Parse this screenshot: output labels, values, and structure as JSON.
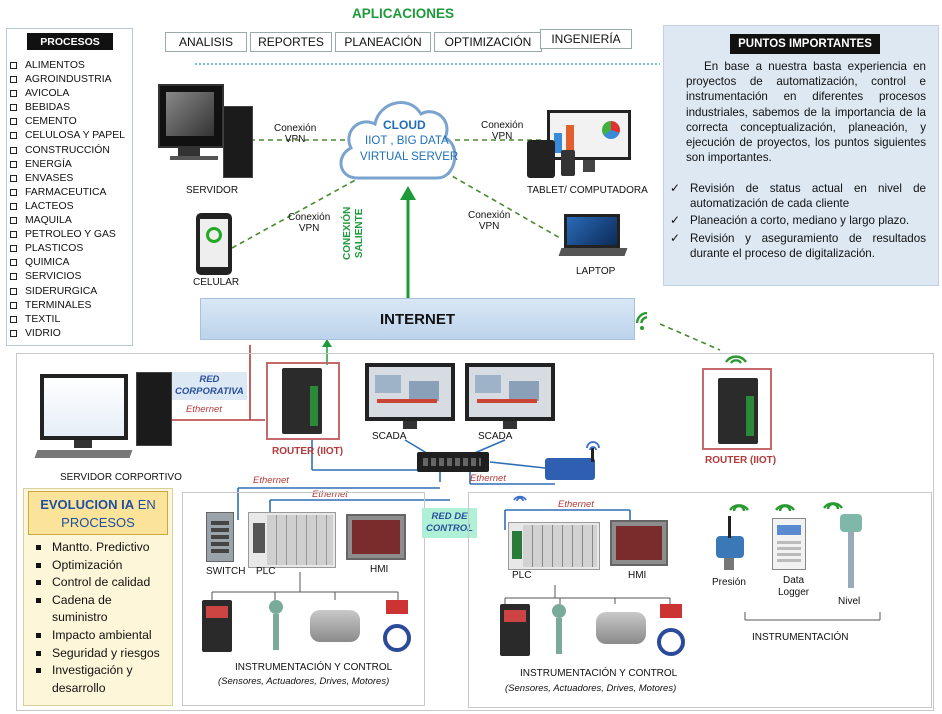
{
  "apps": {
    "title": "APLICACIONES",
    "items": [
      "ANALISIS",
      "REPORTES",
      "PLANEACIÓN",
      "OPTIMIZACIÓN",
      "INGENIERÍA"
    ]
  },
  "processes": {
    "title": "PROCESOS",
    "items": [
      "ALIMENTOS",
      "AGROINDUSTRIA",
      "AVICOLA",
      "BEBIDAS",
      "CEMENTO",
      "CELULOSA Y PAPEL",
      "CONSTRUCCIÓN",
      "ENERGÍA",
      "ENVASES",
      "FARMACEUTICA",
      "LACTEOS",
      "MAQUILA",
      "PETROLEO Y GAS",
      "PLASTICOS",
      "QUIMICA",
      "SERVICIOS",
      "SIDERURGICA",
      "TERMINALES",
      "TEXTIL",
      "VIDRIO"
    ]
  },
  "important": {
    "title": "PUNTOS IMPORTANTES",
    "intro": "En base a nuestra basta experiencia en proyectos de automatización, control e instrumentación en diferentes procesos industriales, sabemos de la importancia de la correcta conceptualización, planeación, y ejecución de proyectos, los puntos siguientes son importantes.",
    "points": [
      "Revisión de status actual en nivel de automatización de cada cliente",
      "Planeación a corto, mediano y largo plazo.",
      "Revisión y aseguramiento de resultados durante el proceso de digitalización."
    ]
  },
  "cloud": {
    "title": "CLOUD",
    "line1": "IIOT , BIG DATA",
    "line2": "VIRTUAL SERVER"
  },
  "vpn": {
    "line1": "Conexión",
    "line2": "VPN"
  },
  "exit_link": {
    "line1": "CONEXIÓN",
    "line2": "SALIENTE"
  },
  "devices": {
    "server": "SERVIDOR",
    "tablet": "TABLET/ COMPUTADORA",
    "phone": "CELULAR",
    "laptop": "LAPTOP",
    "corp_server": "SERVIDOR CORPORTIVO",
    "router_left": "ROUTER   (IIOT)",
    "router_right": "ROUTER (IIOT)",
    "scada1": "SCADA",
    "scada2": "SCADA",
    "switch": "SWITCH",
    "plc_left": "PLC",
    "hmi_left": "HMI",
    "plc_right": "PLC",
    "hmi_right": "HMI",
    "pressure": "Presión",
    "logger_line1": "Data",
    "logger_line2": "Logger",
    "level": "Nivel"
  },
  "internet": "INTERNET",
  "red_corp": {
    "line1": "RED",
    "line2": "CORPORATIVA"
  },
  "red_control": {
    "line1": "RED   DE",
    "line2": "CONTROL"
  },
  "ethernet": "Ethernet",
  "instr_control_left": {
    "title": "INSTRUMENTACIÓN Y CONTROL",
    "sub": "(Sensores, Actuadores, Drives, Motores)"
  },
  "instr_control_right": {
    "title": "INSTRUMENTACIÓN Y CONTROL",
    "sub": "(Sensores, Actuadores, Drives, Motores)"
  },
  "instrumentation": "INSTRUMENTACIÓN",
  "evolution": {
    "title_a": "EVOLUCION IA",
    "title_b": " EN",
    "title_c": "PROCESOS",
    "items": [
      "Mantto. Predictivo",
      "Optimización",
      "Control de calidad",
      "Cadena de suministro",
      "Impacto ambiental",
      "Seguridad  y riesgos",
      "Investigación  y desarrollo"
    ]
  },
  "colors": {
    "green": "#1e9a3a",
    "blue_link": "#2f6fb5",
    "dark_red": "#b33a3a",
    "internet_band": "#c7dcf0",
    "cloud_text": "#1d6fb8"
  }
}
